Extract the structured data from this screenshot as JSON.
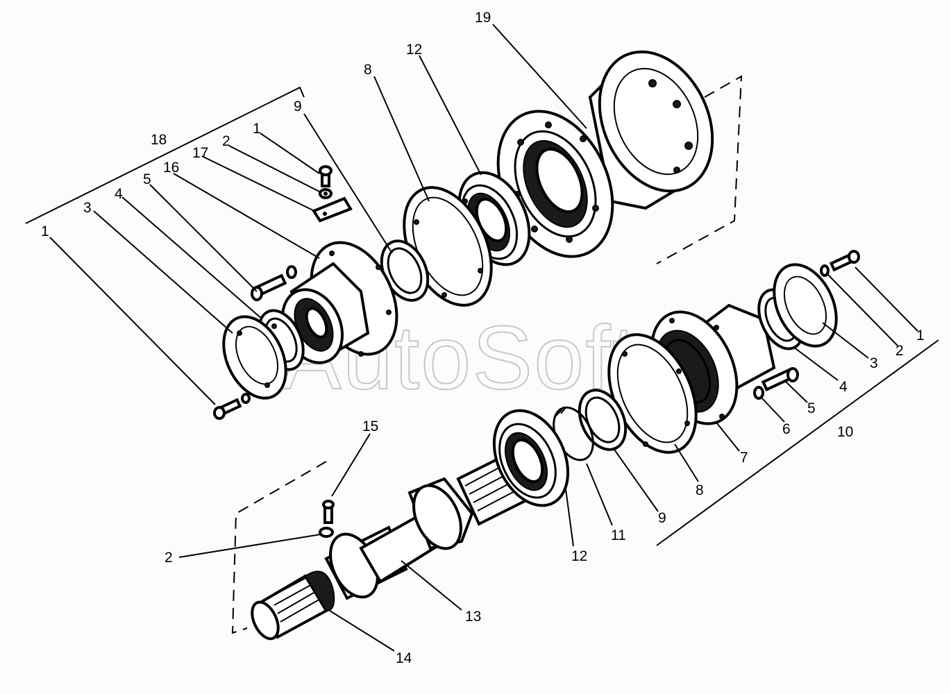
{
  "watermark": "AutoSoft",
  "callouts": [
    {
      "id": "c19a",
      "label": "19"
    },
    {
      "id": "c12a",
      "label": "12"
    },
    {
      "id": "c8a",
      "label": "8"
    },
    {
      "id": "c9a",
      "label": "9"
    },
    {
      "id": "c18",
      "label": "18"
    },
    {
      "id": "c1a",
      "label": "1"
    },
    {
      "id": "c2a",
      "label": "2"
    },
    {
      "id": "c17",
      "label": "17"
    },
    {
      "id": "c16",
      "label": "16"
    },
    {
      "id": "c5a",
      "label": "5"
    },
    {
      "id": "c4a",
      "label": "4"
    },
    {
      "id": "c3a",
      "label": "3"
    },
    {
      "id": "c1b",
      "label": "1"
    },
    {
      "id": "c15",
      "label": "15"
    },
    {
      "id": "c2b",
      "label": "2"
    },
    {
      "id": "c13",
      "label": "13"
    },
    {
      "id": "c14",
      "label": "14"
    },
    {
      "id": "c12b",
      "label": "12"
    },
    {
      "id": "c11",
      "label": "11"
    },
    {
      "id": "c9b",
      "label": "9"
    },
    {
      "id": "c8b",
      "label": "8"
    },
    {
      "id": "c7",
      "label": "7"
    },
    {
      "id": "c6",
      "label": "6"
    },
    {
      "id": "c5b",
      "label": "5"
    },
    {
      "id": "c10",
      "label": "10"
    },
    {
      "id": "c4b",
      "label": "4"
    },
    {
      "id": "c3b",
      "label": "3"
    },
    {
      "id": "c2c",
      "label": "2"
    },
    {
      "id": "c1c",
      "label": "1"
    }
  ]
}
